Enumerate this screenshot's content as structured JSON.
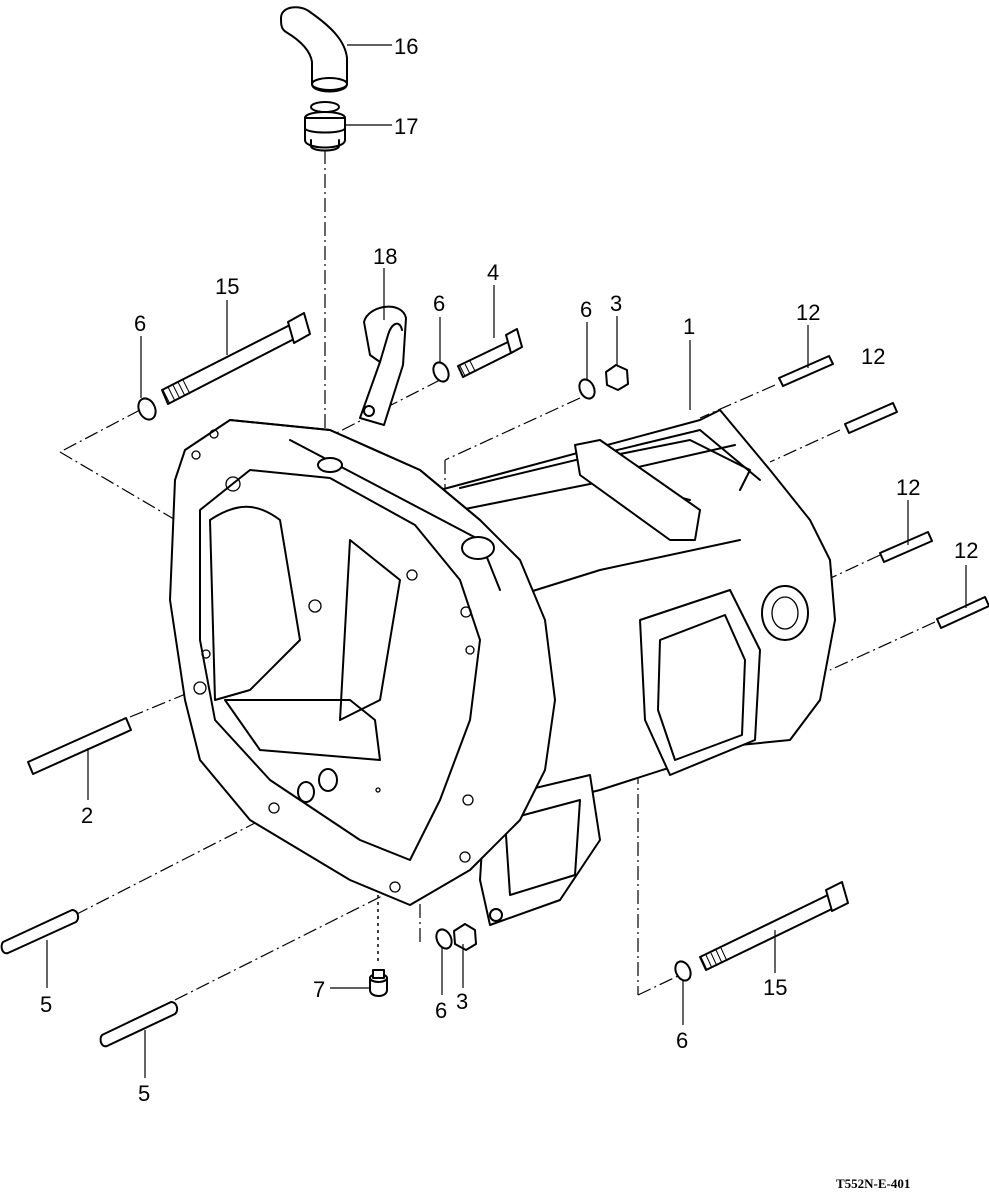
{
  "document_id": "T552N-E-401",
  "callouts": {
    "c16": "16",
    "c17": "17",
    "c18": "18",
    "c15a": "15",
    "c6a": "6",
    "c6b": "6",
    "c4": "4",
    "c6c": "6",
    "c3a": "3",
    "c1": "1",
    "c12a": "12",
    "c12b": "12",
    "c12c": "12",
    "c12d": "12",
    "c2": "2",
    "c5a": "5",
    "c5b": "5",
    "c7": "7",
    "c6d": "6",
    "c3b": "3",
    "c15b": "15",
    "c6e": "6"
  }
}
